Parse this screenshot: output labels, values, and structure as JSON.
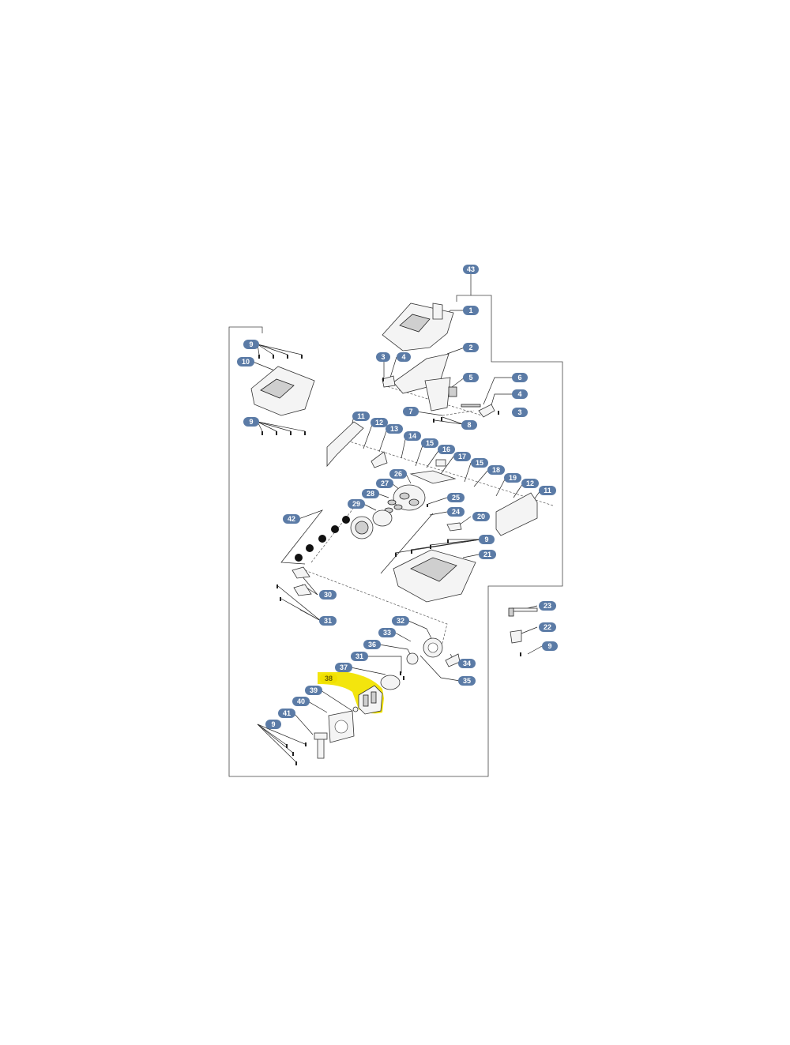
{
  "callouts": [
    {
      "id": "c43",
      "label": "43"
    },
    {
      "id": "c1",
      "label": "1"
    },
    {
      "id": "c2",
      "label": "2"
    },
    {
      "id": "c3a",
      "label": "3"
    },
    {
      "id": "c4a",
      "label": "4"
    },
    {
      "id": "c5",
      "label": "5"
    },
    {
      "id": "c6",
      "label": "6"
    },
    {
      "id": "c4b",
      "label": "4"
    },
    {
      "id": "c3b",
      "label": "3"
    },
    {
      "id": "c7",
      "label": "7"
    },
    {
      "id": "c8",
      "label": "8"
    },
    {
      "id": "c9a",
      "label": "9"
    },
    {
      "id": "c10",
      "label": "10"
    },
    {
      "id": "c9b",
      "label": "9"
    },
    {
      "id": "c11a",
      "label": "11"
    },
    {
      "id": "c12a",
      "label": "12"
    },
    {
      "id": "c13",
      "label": "13"
    },
    {
      "id": "c14",
      "label": "14"
    },
    {
      "id": "c15a",
      "label": "15"
    },
    {
      "id": "c16",
      "label": "16"
    },
    {
      "id": "c17",
      "label": "17"
    },
    {
      "id": "c15b",
      "label": "15"
    },
    {
      "id": "c18",
      "label": "18"
    },
    {
      "id": "c19",
      "label": "19"
    },
    {
      "id": "c12b",
      "label": "12"
    },
    {
      "id": "c11b",
      "label": "11"
    },
    {
      "id": "c26",
      "label": "26"
    },
    {
      "id": "c27",
      "label": "27"
    },
    {
      "id": "c28",
      "label": "28"
    },
    {
      "id": "c25",
      "label": "25"
    },
    {
      "id": "c29",
      "label": "29"
    },
    {
      "id": "c24",
      "label": "24"
    },
    {
      "id": "c42",
      "label": "42"
    },
    {
      "id": "c20",
      "label": "20"
    },
    {
      "id": "c9c",
      "label": "9"
    },
    {
      "id": "c21",
      "label": "21"
    },
    {
      "id": "c30",
      "label": "30"
    },
    {
      "id": "c31a",
      "label": "31"
    },
    {
      "id": "c23",
      "label": "23"
    },
    {
      "id": "c22",
      "label": "22"
    },
    {
      "id": "c9d",
      "label": "9"
    },
    {
      "id": "c32",
      "label": "32"
    },
    {
      "id": "c33",
      "label": "33"
    },
    {
      "id": "c36",
      "label": "36"
    },
    {
      "id": "c34",
      "label": "34"
    },
    {
      "id": "c31b",
      "label": "31"
    },
    {
      "id": "c35",
      "label": "35"
    },
    {
      "id": "c37",
      "label": "37"
    },
    {
      "id": "c38",
      "label": "38"
    },
    {
      "id": "c39",
      "label": "39"
    },
    {
      "id": "c40",
      "label": "40"
    },
    {
      "id": "c41",
      "label": "41"
    },
    {
      "id": "c9e",
      "label": "9"
    }
  ],
  "highlight": {
    "part": "38",
    "color": "#f0e000"
  },
  "colors": {
    "callout": "#5b7ba6",
    "callout_text": "#ffffff",
    "highlight": "#f0e000"
  }
}
